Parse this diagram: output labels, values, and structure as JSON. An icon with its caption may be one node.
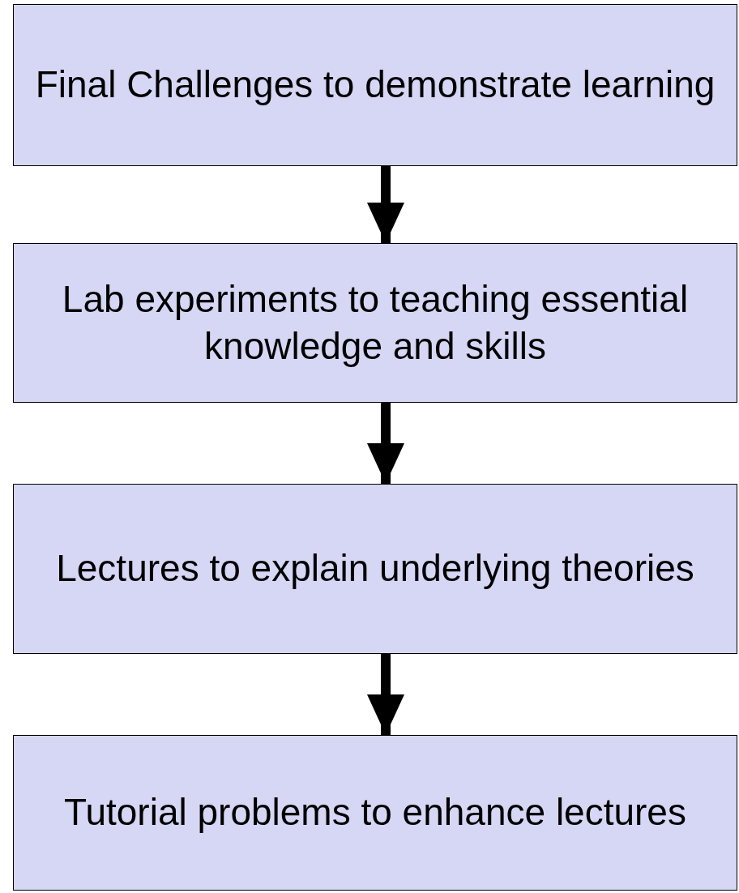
{
  "diagram": {
    "nodes": [
      {
        "text": [
          "Final Challenges to demonstrate learning"
        ]
      },
      {
        "text": [
          "Lab experiments to teaching essential knowledge and skills"
        ]
      },
      {
        "text": [
          "Lectures to explain underlying theories"
        ]
      },
      {
        "text": [
          "Tutorial problems to enhance lectures"
        ]
      }
    ],
    "edges": [
      {
        "from": 0,
        "to": 1,
        "arrow": "to"
      },
      {
        "from": 1,
        "to": 2,
        "arrow": "to"
      },
      {
        "from": 2,
        "to": 3,
        "arrow": "to"
      }
    ]
  }
}
